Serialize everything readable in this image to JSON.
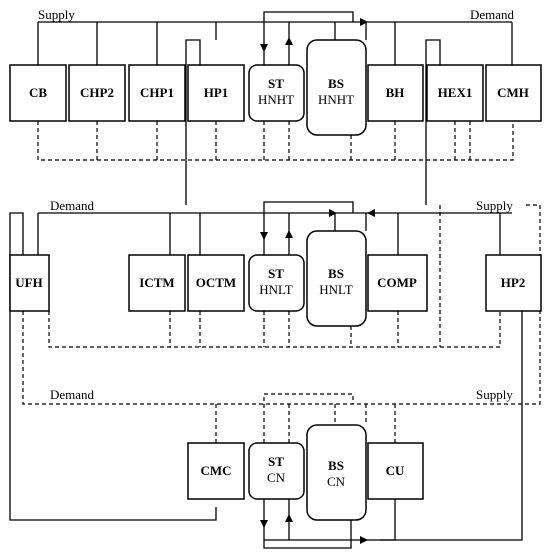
{
  "ht": {
    "supply": "Supply",
    "demand": "Demand",
    "cb": "CB",
    "chp2": "CHP2",
    "chp1": "CHP1",
    "hp1": "HP1",
    "st": "ST",
    "st_sub": "HNHT",
    "bs": "BS",
    "bs_sub": "HNHT",
    "bh": "BH",
    "hex1": "HEX1",
    "cmh": "CMH"
  },
  "lt": {
    "demand": "Demand",
    "supply": "Supply",
    "ufh": "UFH",
    "ictm": "ICTM",
    "octm": "OCTM",
    "st": "ST",
    "st_sub": "HNLT",
    "bs": "BS",
    "bs_sub": "HNLT",
    "comp": "COMP",
    "hp2": "HP2"
  },
  "cn": {
    "demand": "Demand",
    "supply": "Supply",
    "cmc": "CMC",
    "st": "ST",
    "st_sub": "CN",
    "bs": "BS",
    "bs_sub": "CN",
    "cu": "CU"
  }
}
